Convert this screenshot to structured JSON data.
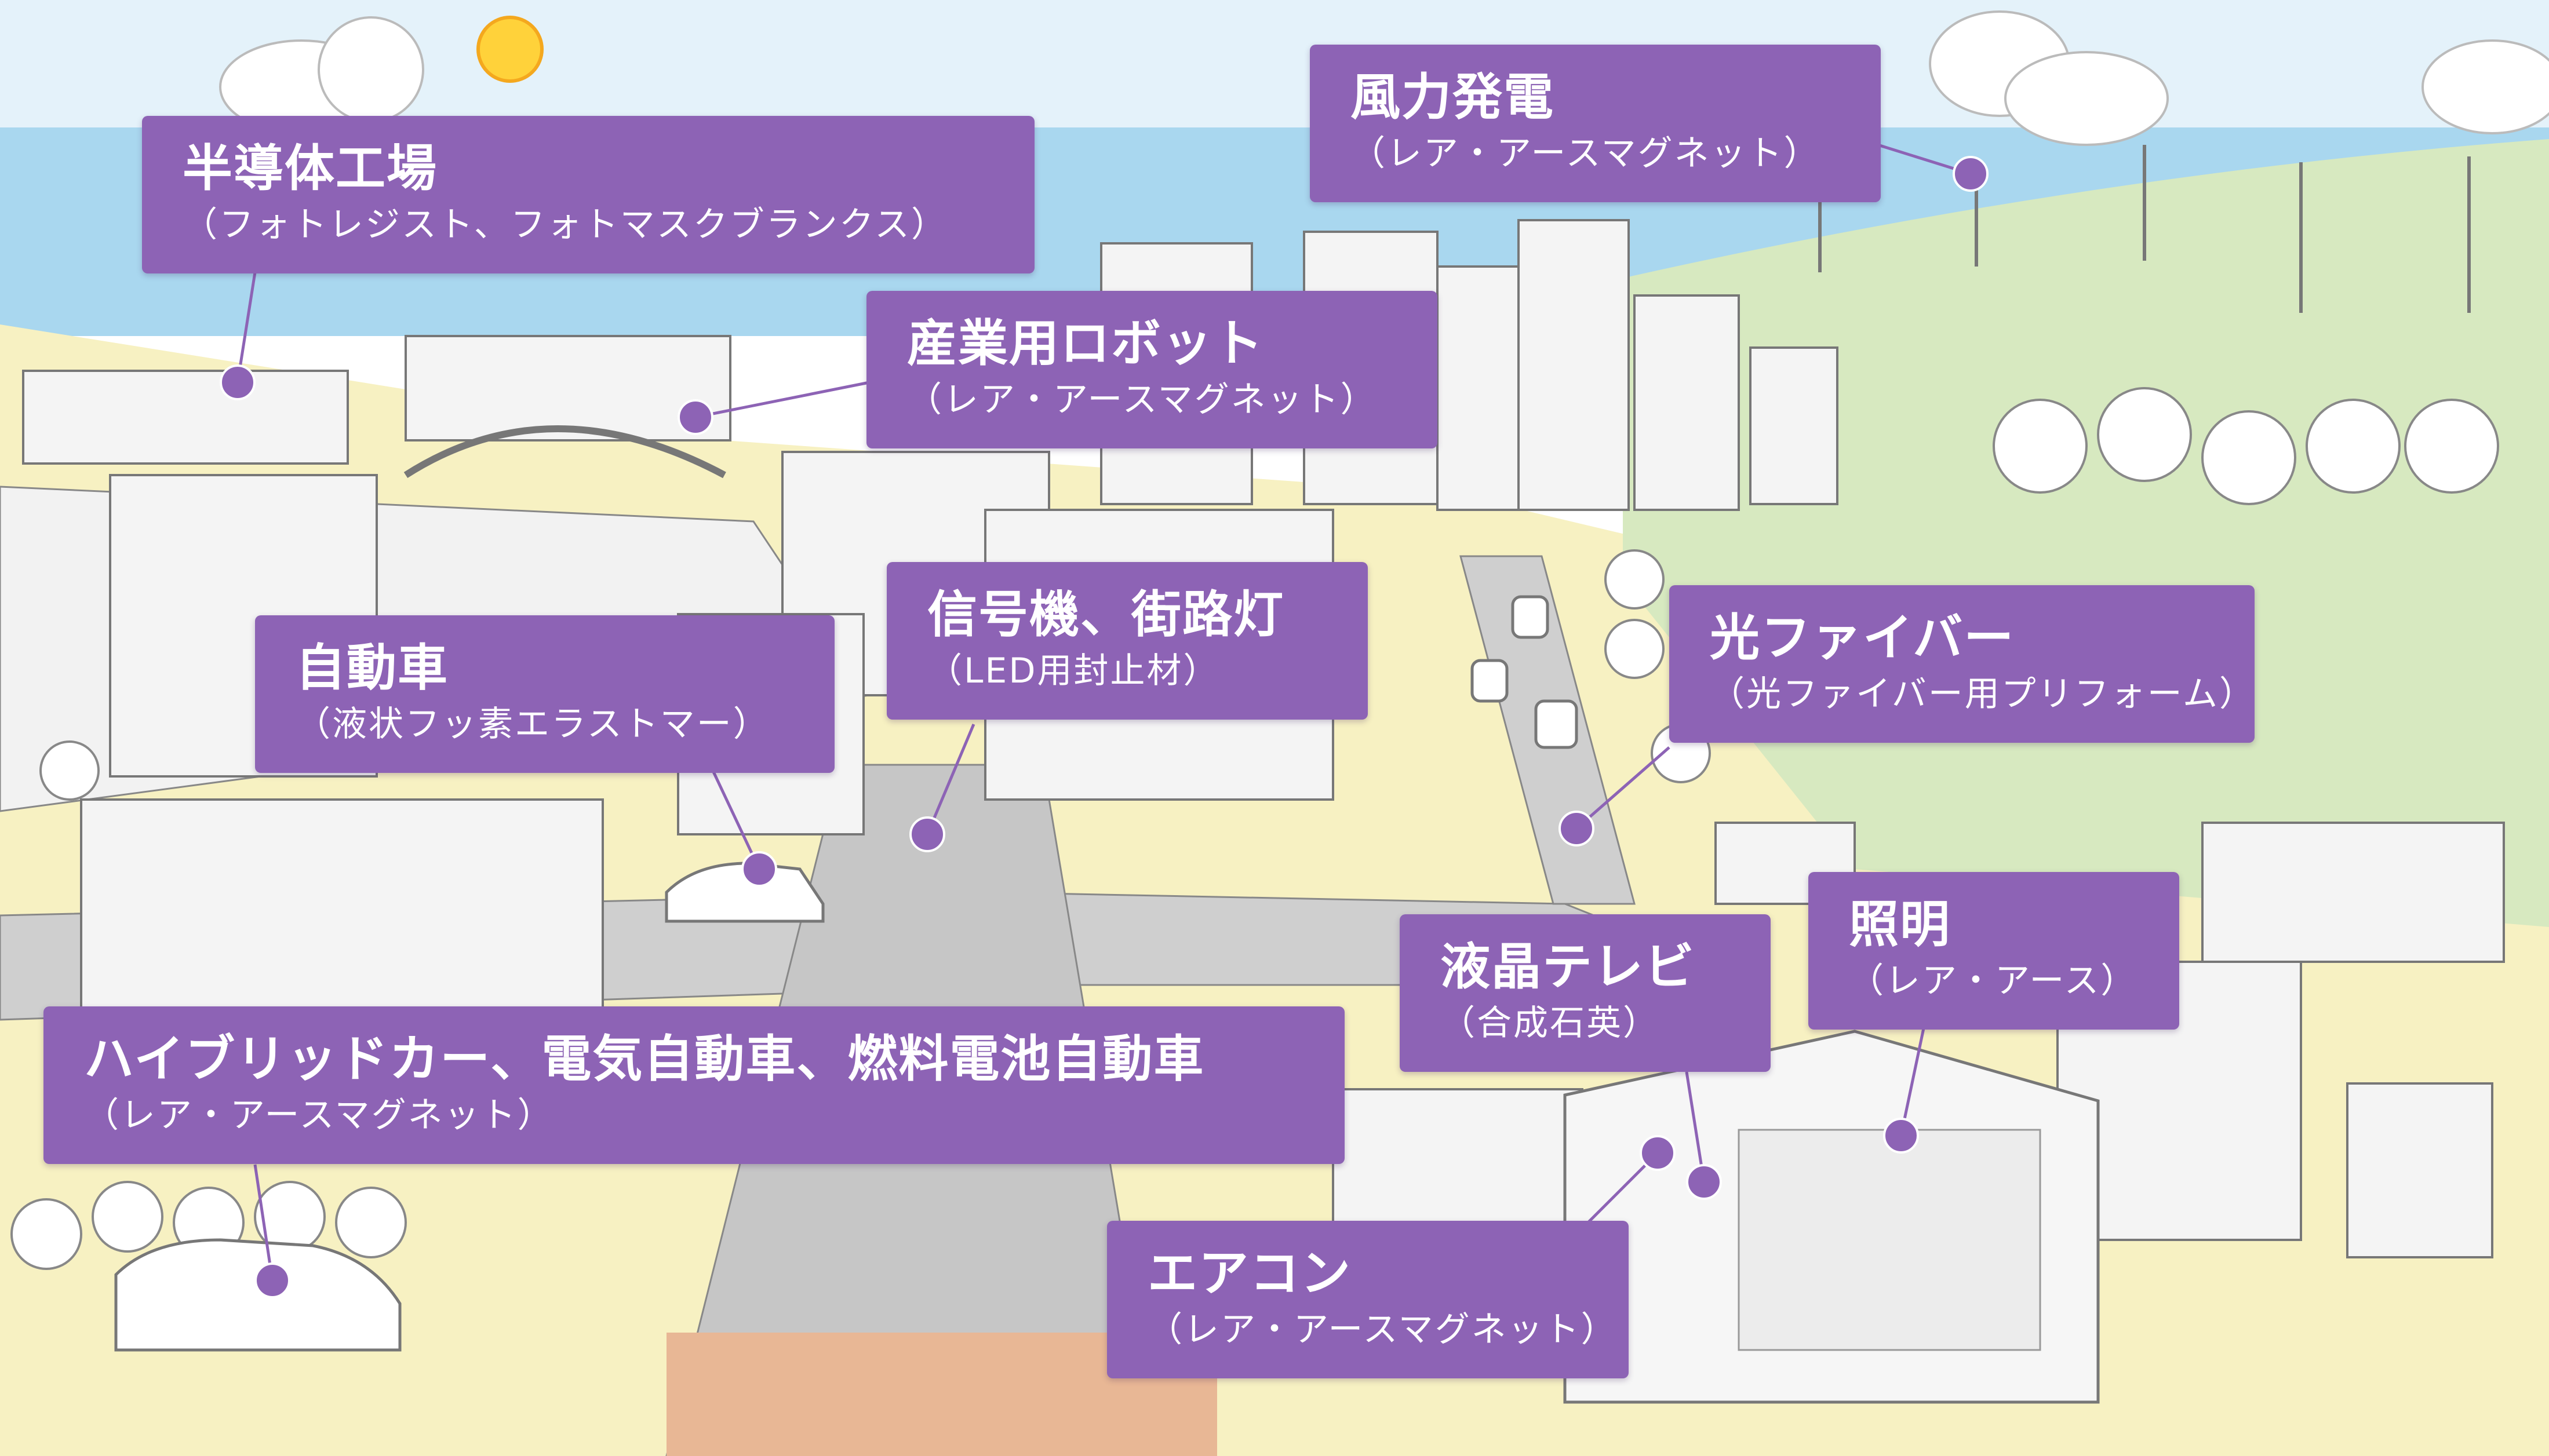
{
  "colors": {
    "label_bg": "#8d63b5",
    "label_text": "#ffffff",
    "sky": "#ddeef8",
    "sea": "#a9d7ef",
    "grass": "#d7e9c0",
    "sand": "#f6efb6",
    "road": "#c9c9c9",
    "ground": "#e9b99a"
  },
  "labels": [
    {
      "id": "semiconductor",
      "title": "半導体工場",
      "sub": "（フォトレジスト、フォトマスクブランクス）"
    },
    {
      "id": "wind",
      "title": "風力発電",
      "sub": "（レア・アースマグネット）"
    },
    {
      "id": "robot",
      "title": "産業用ロボット",
      "sub": "（レア・アースマグネット）"
    },
    {
      "id": "signal",
      "title": "信号機、街路灯",
      "sub": "（LED用封止材）"
    },
    {
      "id": "car",
      "title": "自動車",
      "sub": "（液状フッ素エラストマー）"
    },
    {
      "id": "fiber",
      "title": "光ファイバー",
      "sub": "（光ファイバー用プリフォーム）"
    },
    {
      "id": "lcd",
      "title": "液晶テレビ",
      "sub": "（合成石英）"
    },
    {
      "id": "light",
      "title": "照明",
      "sub": "（レア・アース）"
    },
    {
      "id": "hybrid",
      "title": "ハイブリッドカー、電気自動車、燃料電池自動車",
      "sub": "（レア・アースマグネット）"
    },
    {
      "id": "aircon",
      "title": "エアコン",
      "sub": "（レア・アースマグネット）"
    }
  ]
}
